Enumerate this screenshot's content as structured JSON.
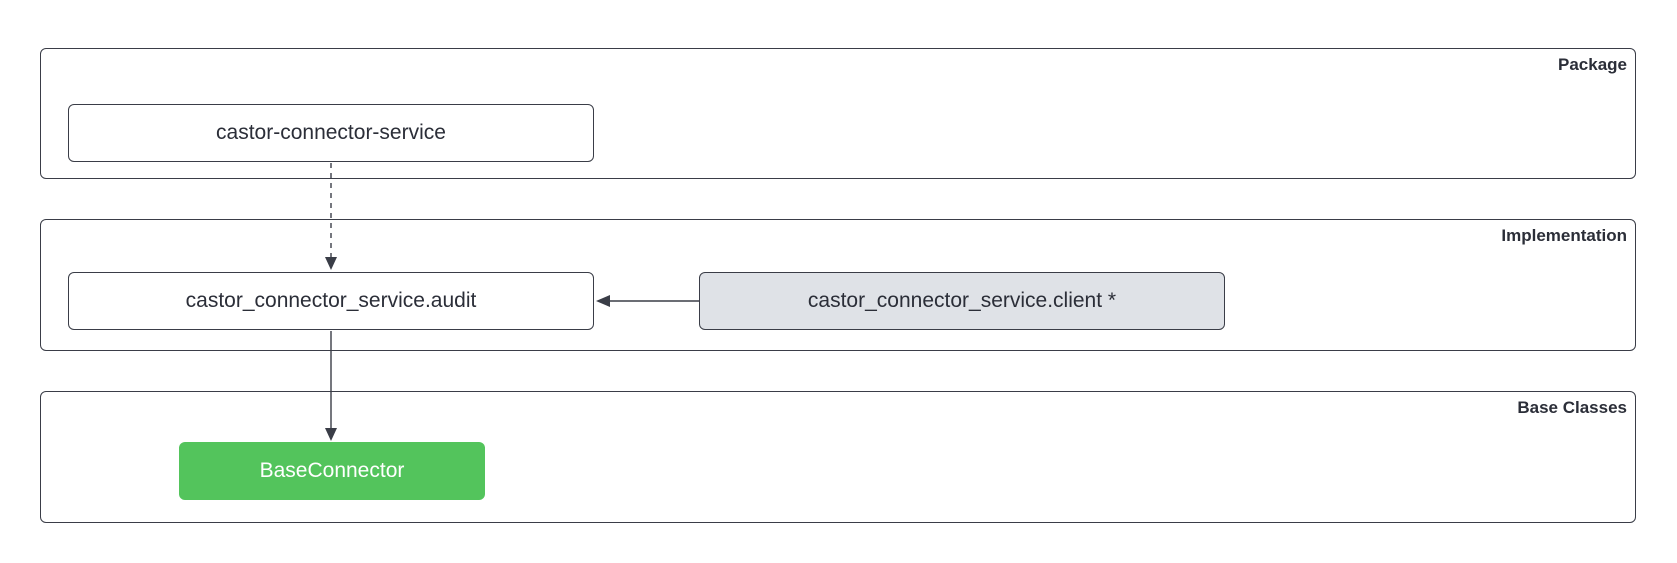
{
  "lanes": {
    "package": {
      "title": "Package"
    },
    "implementation": {
      "title": "Implementation"
    },
    "base": {
      "title": "Base Classes"
    }
  },
  "nodes": {
    "service": {
      "label": "castor-connector-service",
      "fill": "#ffffff",
      "text_color": "#2b2e38"
    },
    "audit": {
      "label": "castor_connector_service.audit",
      "fill": "#ffffff",
      "text_color": "#2b2e38"
    },
    "client": {
      "label": "castor_connector_service.client *",
      "fill": "#dfe2e7",
      "text_color": "#2b2e38"
    },
    "base_connector": {
      "label": "BaseConnector",
      "fill": "#53c45c",
      "text_color": "#ffffff"
    }
  },
  "edges": [
    {
      "from": "service",
      "to": "audit",
      "style": "dashed"
    },
    {
      "from": "client",
      "to": "audit",
      "style": "solid"
    },
    {
      "from": "audit",
      "to": "base_connector",
      "style": "solid"
    }
  ],
  "colors": {
    "line": "#3a3d47",
    "border": "#3a3d47",
    "title": "#2b2e38"
  }
}
